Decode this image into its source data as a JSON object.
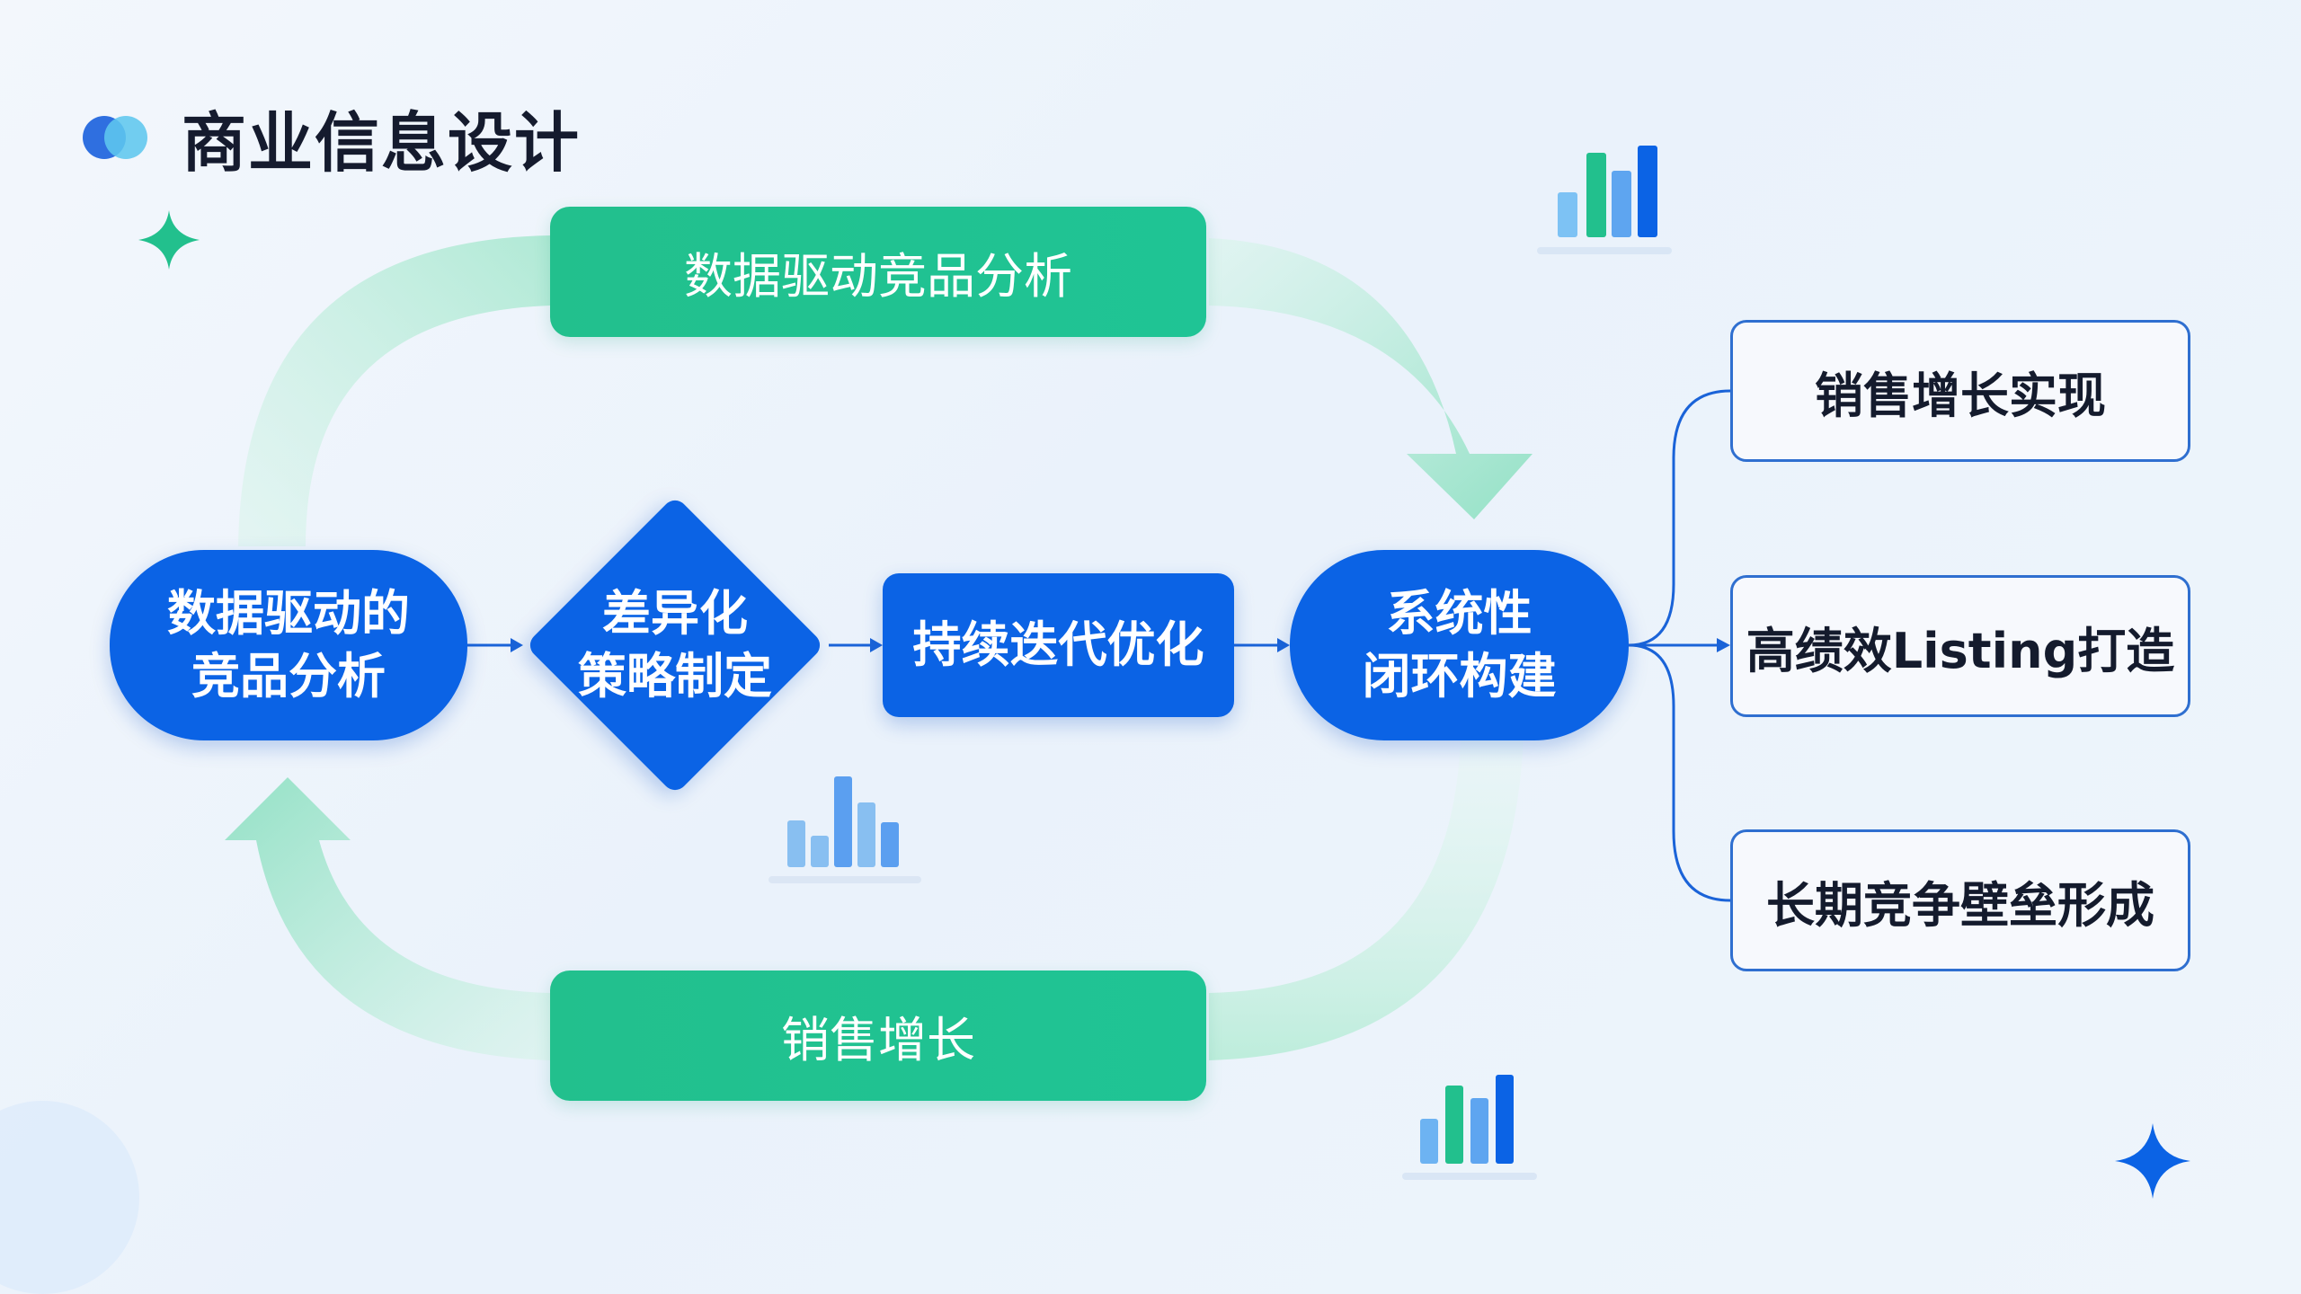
{
  "header": {
    "title": "商业信息设计"
  },
  "flow": {
    "top_bar": "数据驱动竞品分析",
    "bottom_bar": "销售增长",
    "start_node": "数据驱动的\n竞品分析",
    "decision_node": "差异化\n策略制定",
    "process_node": "持续迭代优化",
    "system_node": "系统性\n闭环构建"
  },
  "outcomes": [
    {
      "label": "销售增长实现"
    },
    {
      "label": "高绩效Listing打造"
    },
    {
      "label": "长期竞争壁垒形成"
    }
  ],
  "colors": {
    "primary_blue": "#0b63e5",
    "green": "#22c08d",
    "light_green": "#bff0dc",
    "outline_blue": "#2f6fd0",
    "title_dark": "#151b2e"
  },
  "icons": [
    "logo-dots-icon",
    "sparkle-icon",
    "bar-chart-icon"
  ]
}
